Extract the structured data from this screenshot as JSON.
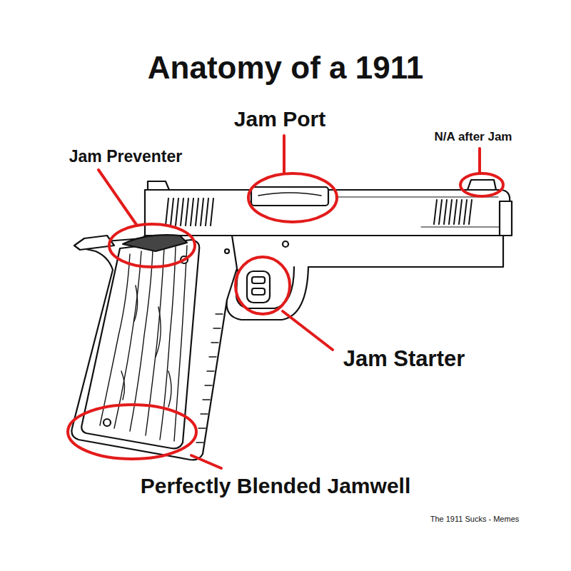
{
  "diagram": {
    "title": "Anatomy of a 1911",
    "labels": [
      "Jam Port",
      "N/A after Jam",
      "Jam Preventer",
      "Jam Starter",
      "Perfectly Blended Jamwell",
      "The 1911 Sucks - Memes"
    ]
  }
}
